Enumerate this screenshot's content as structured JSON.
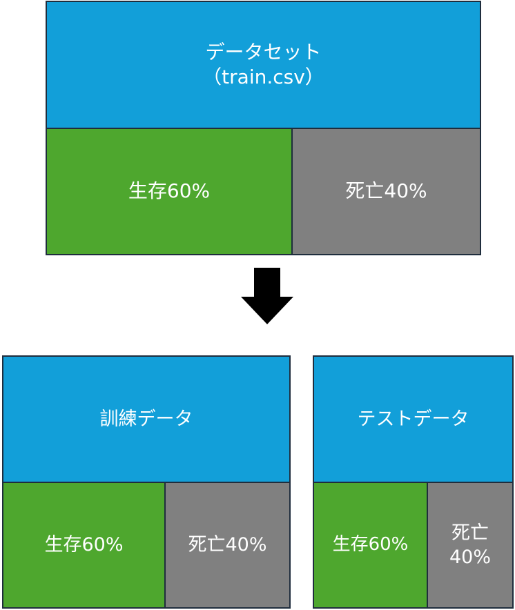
{
  "dataset": {
    "title": "データセット",
    "subtitle": "（train.csv）",
    "survived": "生存60%",
    "died": "死亡40%"
  },
  "train": {
    "title": "訓練データ",
    "survived": "生存60%",
    "died": "死亡40%"
  },
  "test": {
    "title": "テストデータ",
    "survived": "生存60%",
    "died_line1": "死亡",
    "died_line2": "40%"
  },
  "colors": {
    "header": "#129fd9",
    "survived": "#4ea72e",
    "died": "#808080",
    "border": "#1f2d3d",
    "arrow": "#000000"
  },
  "icons": {
    "arrow": "down-arrow-icon"
  }
}
